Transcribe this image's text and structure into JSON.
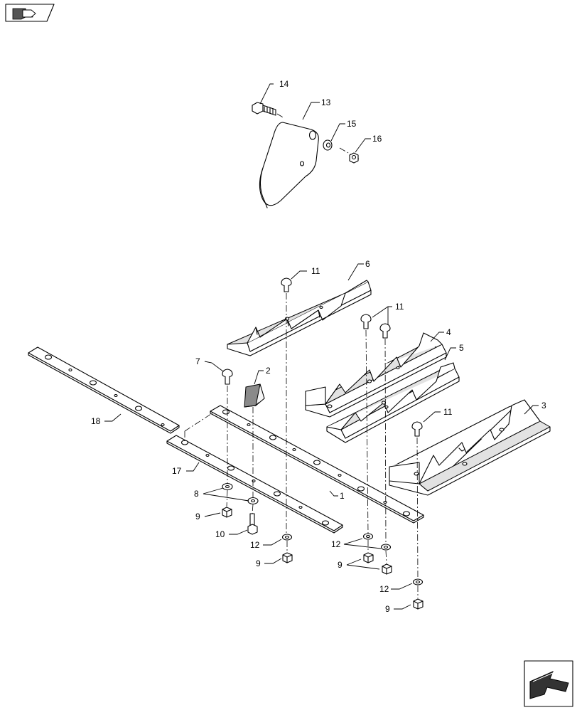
{
  "callouts": {
    "c1": "1",
    "c2": "2",
    "c3": "3",
    "c4": "4",
    "c5": "5",
    "c6": "6",
    "c7": "7",
    "c8": "8",
    "c9": "9",
    "c10": "10",
    "c11": "11",
    "c12": "12",
    "c13": "13",
    "c14": "14",
    "c15": "15",
    "c16": "16",
    "c17": "17",
    "c18": "18"
  },
  "icons": {
    "top_left": "book-arrow-icon",
    "bottom_right": "next-page-arrow-icon"
  }
}
